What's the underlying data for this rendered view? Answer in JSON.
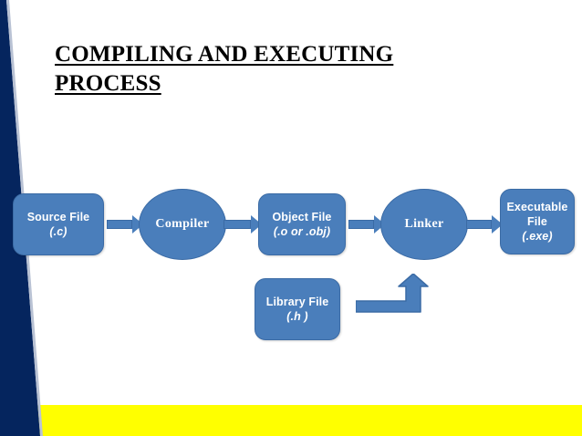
{
  "slide": {
    "title_line1": "COMPILING AND EXECUTING",
    "title_line2": "PROCESS",
    "accent_navy": "#05255e",
    "accent_yellow": "#ffff00",
    "node_fill": "#4a7ebb",
    "node_border": "#3b6ba5",
    "node_text": "#ffffff",
    "background": "#ffffff"
  },
  "diagram": {
    "nodes": [
      {
        "id": "source-file",
        "shape": "rect",
        "line1": "Source File",
        "line2": "(.c)",
        "line3": ""
      },
      {
        "id": "compiler",
        "shape": "ellipse",
        "line1": "Compiler",
        "line2": "",
        "line3": ""
      },
      {
        "id": "object-file",
        "shape": "rect",
        "line1": "Object File",
        "line2": "(.o or .obj)",
        "line3": ""
      },
      {
        "id": "linker",
        "shape": "ellipse",
        "line1": "Linker",
        "line2": "",
        "line3": ""
      },
      {
        "id": "executable-file",
        "shape": "rect",
        "line1": "Executable",
        "line2": "File",
        "line3": "(.exe)"
      },
      {
        "id": "library-file",
        "shape": "rect",
        "line1": "Library File",
        "line2": "(.h )",
        "line3": ""
      }
    ],
    "connectors": [
      {
        "id": "arrow-source-to-compiler",
        "from": "source-file",
        "to": "compiler",
        "style": "straight-right"
      },
      {
        "id": "arrow-compiler-to-object",
        "from": "compiler",
        "to": "object-file",
        "style": "straight-right"
      },
      {
        "id": "arrow-object-to-linker",
        "from": "object-file",
        "to": "linker",
        "style": "straight-right"
      },
      {
        "id": "arrow-linker-to-executable",
        "from": "linker",
        "to": "executable-file",
        "style": "straight-right"
      },
      {
        "id": "arrow-library-to-linker",
        "from": "library-file",
        "to": "linker",
        "style": "elbow-right-up"
      }
    ]
  }
}
